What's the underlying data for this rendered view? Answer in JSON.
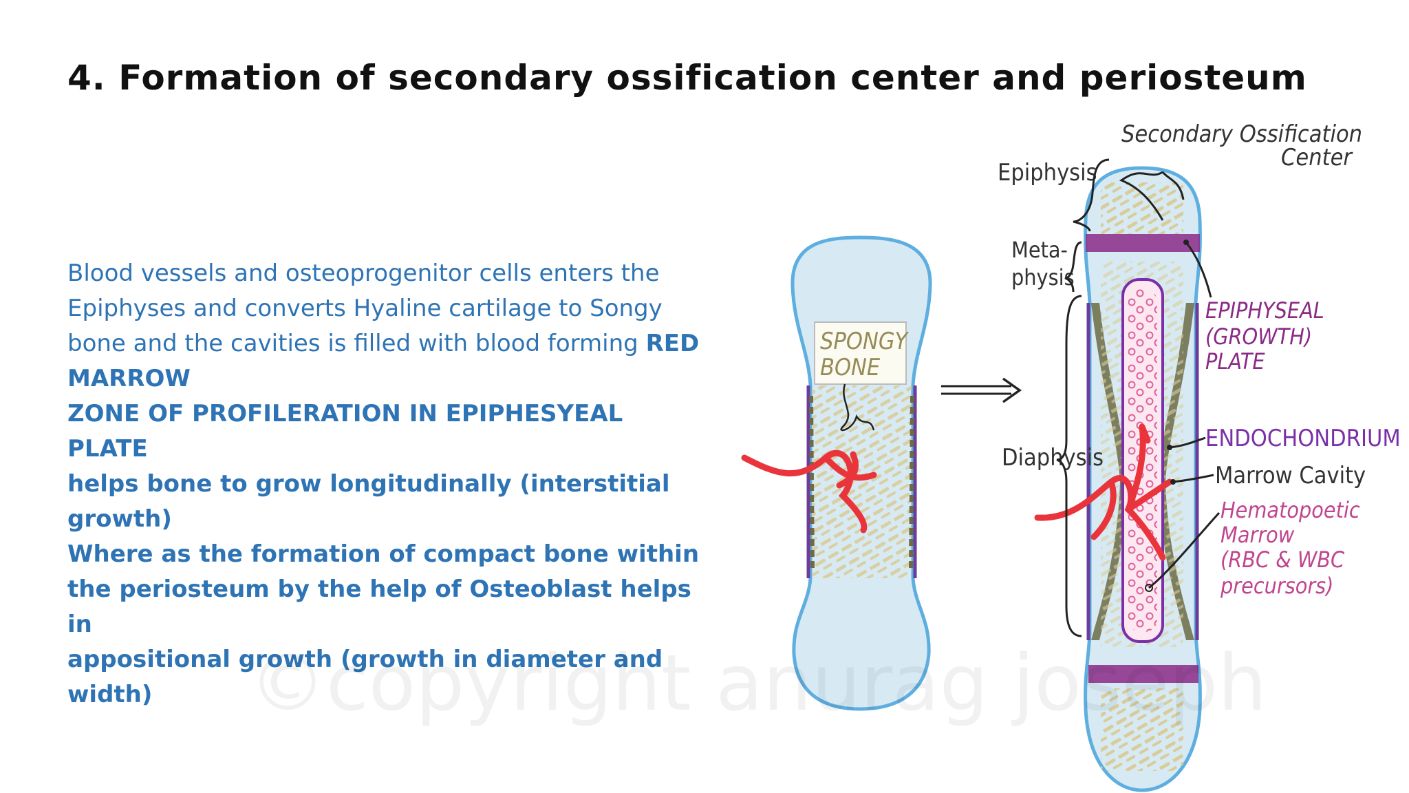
{
  "slide": {
    "title": "4. Formation of secondary ossification center and periosteum",
    "paragraph": {
      "line1": "Blood vessels and osteoprogenitor cells enters the",
      "line2": "Epiphyses and converts Hyaline cartilage to Songy",
      "line3_regular": "bone and the cavities is filled with blood forming ",
      "line3_bold": "RED",
      "line4": "MARROW",
      "line5": "ZONE OF PROFILERATION IN EPIPHESYEAL PLATE",
      "line6": "helps bone to grow longitudinally (interstitial",
      "line7": "growth)",
      "line8": "Where as the formation of compact bone within",
      "line9": "the periosteum by the help of Osteoblast helps in",
      "line10": "appositional growth (growth in diameter and",
      "line11": "width)"
    },
    "watermark": "©copyright anurag joseph"
  },
  "diagram": {
    "spongy_label_1": "SPONGY",
    "spongy_label_2": "BONE",
    "secondary_ossification_1": "Secondary Ossification",
    "secondary_ossification_2": "Center",
    "epiphysis": "Epiphysis",
    "metaphysis_1": "Meta-",
    "metaphysis_2": "physis",
    "diaphysis": "Diaphysis",
    "epiphyseal_1": "EPIPHYSEAL",
    "epiphyseal_2": "(GROWTH)",
    "epiphyseal_3": "PLATE",
    "endochondrium": "ENDOCHONDRIUM",
    "marrow_cavity": "Marrow Cavity",
    "hematopoetic_1": "Hematopoetic",
    "hematopoetic_2": "Marrow",
    "hematopoetic_3": "(RBC & WBC",
    "hematopoetic_4": "precursors)"
  },
  "colors": {
    "title": "#111111",
    "body_text": "#2e74b5",
    "cartilage_fill": "#d7eaf4",
    "cartilage_outline": "#5eaee0",
    "growth_plate": "#8b2a86",
    "endochondrium_label": "#7a2fa8",
    "hematopoetic_label": "#c0458e",
    "blood_vessel": "#e8343a",
    "spongy_texture": "#d8cd9a",
    "compact_bone": "#6c6b45"
  }
}
